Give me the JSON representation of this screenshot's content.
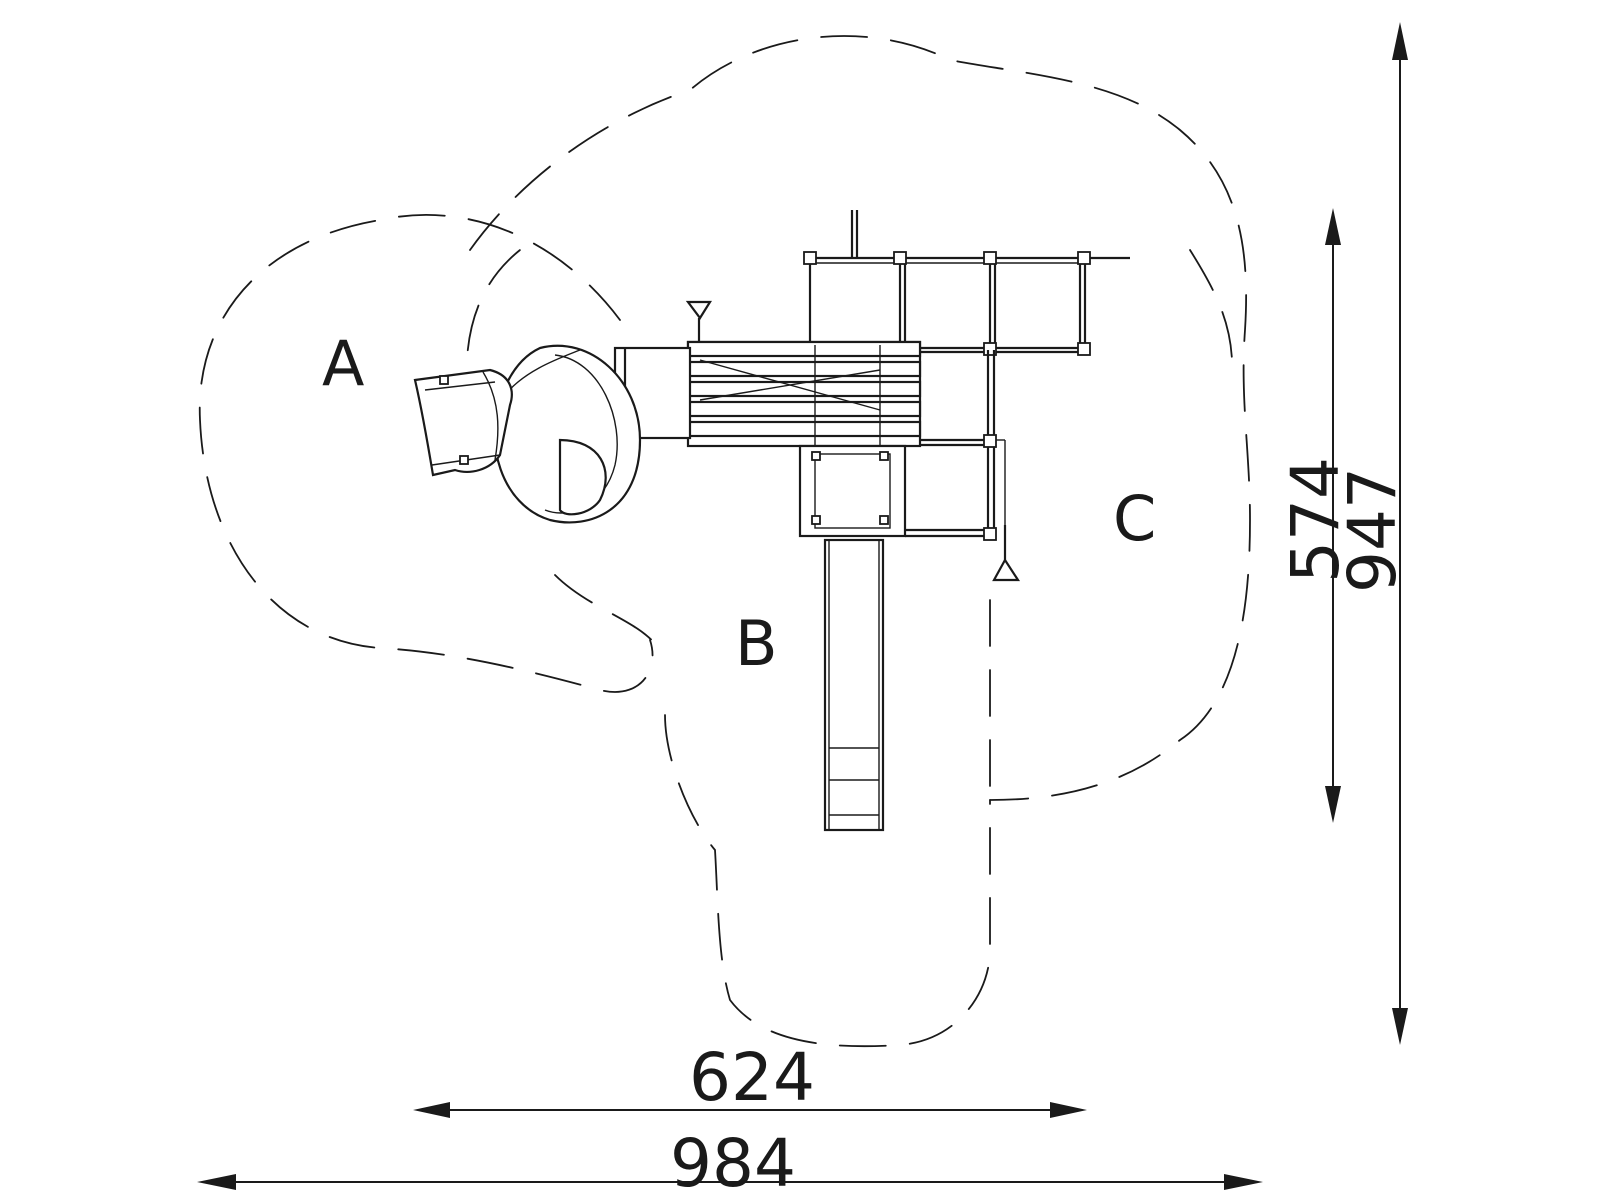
{
  "zones": [
    {
      "id": "A",
      "label": "A"
    },
    {
      "id": "B",
      "label": "B"
    },
    {
      "id": "C",
      "label": "C"
    }
  ],
  "dimensions": {
    "inner_width": "624",
    "outer_width": "984",
    "inner_height": "574",
    "outer_height": "947"
  }
}
